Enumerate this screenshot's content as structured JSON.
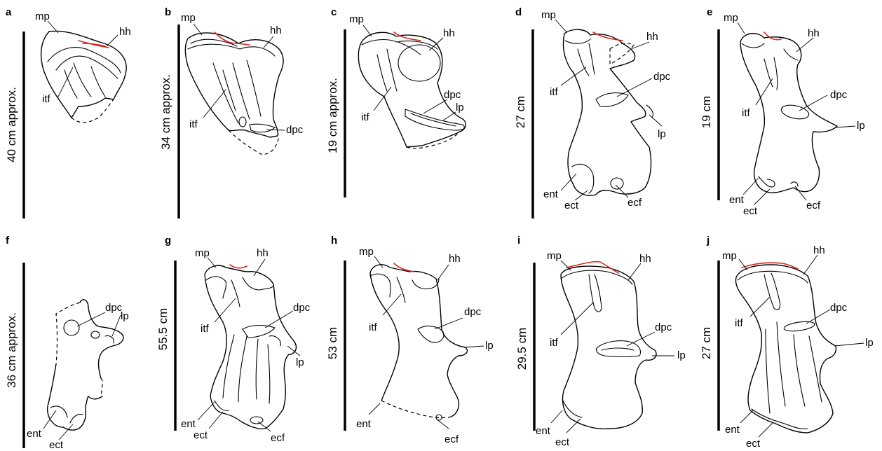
{
  "panels": [
    {
      "letter": "a",
      "scale": "40 cm approx.",
      "labels": [
        "mp",
        "hh",
        "itf"
      ]
    },
    {
      "letter": "b",
      "scale": "34 cm approx.",
      "labels": [
        "mp",
        "hh",
        "itf",
        "dpc"
      ]
    },
    {
      "letter": "c",
      "scale": "19 cm approx.",
      "labels": [
        "mp",
        "hh",
        "dpc",
        "itf",
        "lp"
      ]
    },
    {
      "letter": "d",
      "scale": "27 cm",
      "labels": [
        "mp",
        "hh",
        "dpc",
        "itf",
        "lp",
        "ent",
        "ect",
        "ecf"
      ]
    },
    {
      "letter": "e",
      "scale": "19 cm",
      "labels": [
        "mp",
        "hh",
        "dpc",
        "itf",
        "lp",
        "ent",
        "ect",
        "ecf"
      ]
    },
    {
      "letter": "f",
      "scale": "36 cm approx.",
      "labels": [
        "dpc",
        "lp",
        "ent",
        "ect"
      ]
    },
    {
      "letter": "g",
      "scale": "55.5 cm",
      "labels": [
        "mp",
        "hh",
        "dpc",
        "itf",
        "lp",
        "ent",
        "ect",
        "ecf"
      ]
    },
    {
      "letter": "h",
      "scale": "53 cm",
      "labels": [
        "mp",
        "hh",
        "itf",
        "dpc",
        "lp",
        "ent",
        "ecf"
      ]
    },
    {
      "letter": "i",
      "scale": "29.5 cm",
      "labels": [
        "mp",
        "hh",
        "dpc",
        "itf",
        "lp",
        "ent",
        "ect"
      ]
    },
    {
      "letter": "j",
      "scale": "27 cm",
      "labels": [
        "mp",
        "hh",
        "dpc",
        "itf",
        "lp",
        "ent",
        "ect"
      ]
    }
  ],
  "colors": {
    "outline": "#000000",
    "articular_highlight": "#d9251d",
    "background": "#ffffff"
  }
}
